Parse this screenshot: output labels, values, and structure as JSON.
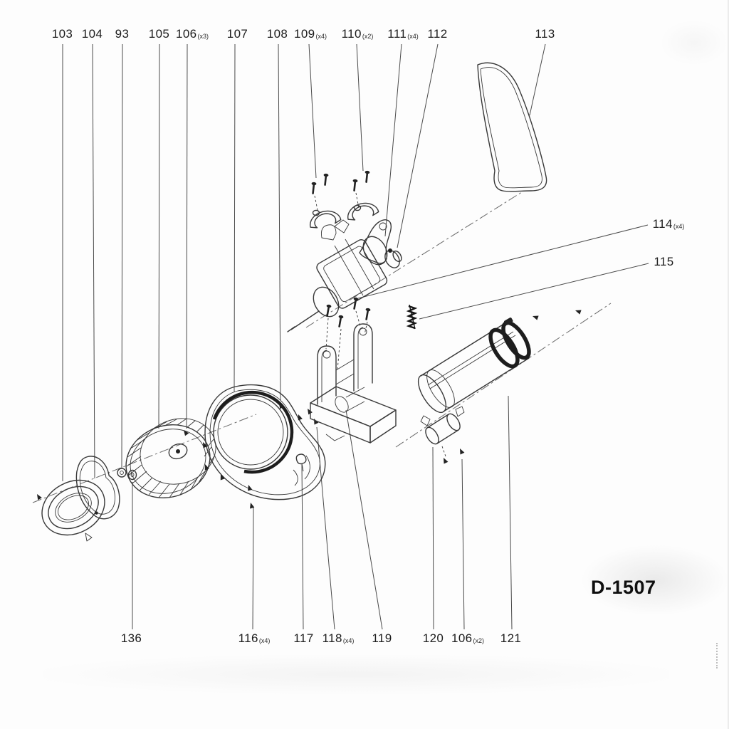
{
  "diagram": {
    "code": "D-1507",
    "labels": {
      "top": [
        {
          "num": "103",
          "qty": ""
        },
        {
          "num": "104",
          "qty": ""
        },
        {
          "num": "93",
          "qty": ""
        },
        {
          "num": "105",
          "qty": ""
        },
        {
          "num": "106",
          "qty": "(x3)"
        },
        {
          "num": "107",
          "qty": ""
        },
        {
          "num": "108",
          "qty": ""
        },
        {
          "num": "109",
          "qty": "(x4)"
        },
        {
          "num": "110",
          "qty": "(x2)"
        },
        {
          "num": "111",
          "qty": "(x4)"
        },
        {
          "num": "112",
          "qty": ""
        },
        {
          "num": "113",
          "qty": ""
        }
      ],
      "right": [
        {
          "num": "114",
          "qty": "(x4)"
        },
        {
          "num": "115",
          "qty": ""
        }
      ],
      "bottom": [
        {
          "num": "136",
          "qty": ""
        },
        {
          "num": "116",
          "qty": "(x4)"
        },
        {
          "num": "117",
          "qty": ""
        },
        {
          "num": "118",
          "qty": "(x4)"
        },
        {
          "num": "119",
          "qty": ""
        },
        {
          "num": "120",
          "qty": ""
        },
        {
          "num": "106",
          "qty": "(x2)"
        },
        {
          "num": "121",
          "qty": ""
        }
      ]
    }
  }
}
